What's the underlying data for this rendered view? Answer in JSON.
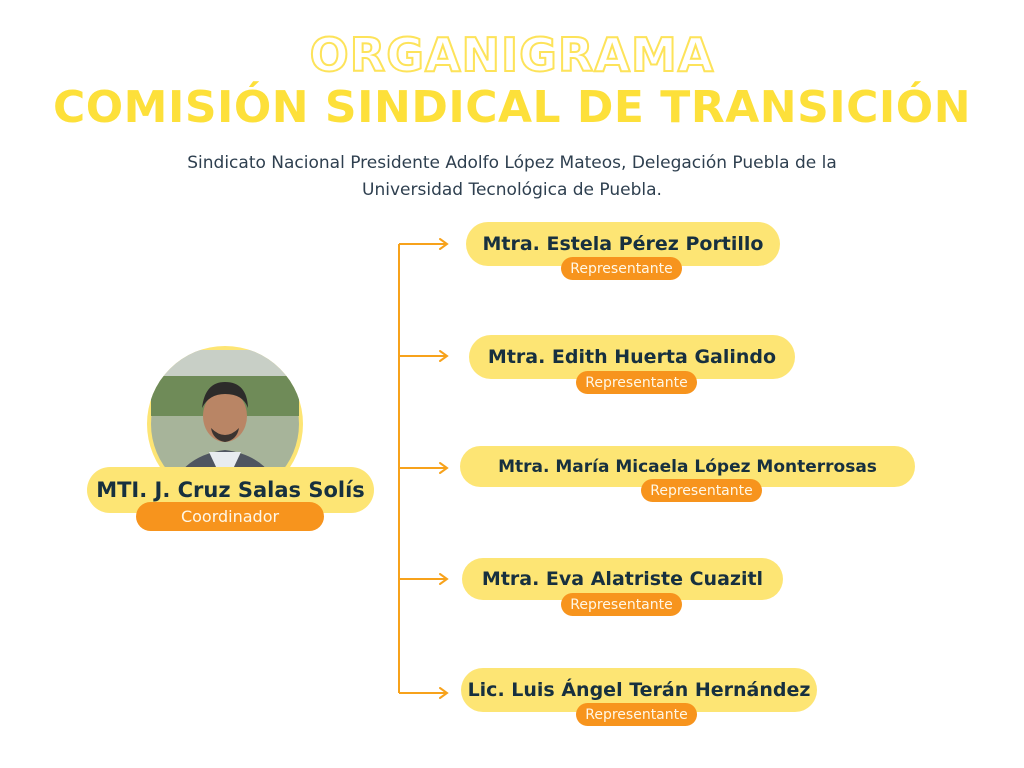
{
  "title": {
    "outline": "ORGANIGRAMA",
    "main": "COMISIÓN SINDICAL DE TRANSICIÓN",
    "subtitle_line1": "Sindicato Nacional Presidente Adolfo López Mateos, Delegación Puebla de la",
    "subtitle_line2": "Universidad Tecnológica de Puebla."
  },
  "coordinator": {
    "name": "MTI. J. Cruz Salas Solís",
    "role": "Coordinador",
    "photo_icon": "person-portrait"
  },
  "representatives": [
    {
      "name": "Mtra. Estela Pérez Portillo",
      "role": "Representante"
    },
    {
      "name": "Mtra. Edith Huerta Galindo",
      "role": "Representante"
    },
    {
      "name": "Mtra. María Micaela López Monterrosas",
      "role": "Representante"
    },
    {
      "name": "Mtra. Eva Alatriste Cuazitl",
      "role": "Representante"
    },
    {
      "name": "Lic. Luis Ángel Terán Hernández",
      "role": "Representante"
    }
  ],
  "colors": {
    "title_yellow": "#fde03a",
    "pill_yellow": "#fde574",
    "role_orange": "#f7941d",
    "connector": "#f7a21b",
    "text_dark": "#17303f"
  }
}
